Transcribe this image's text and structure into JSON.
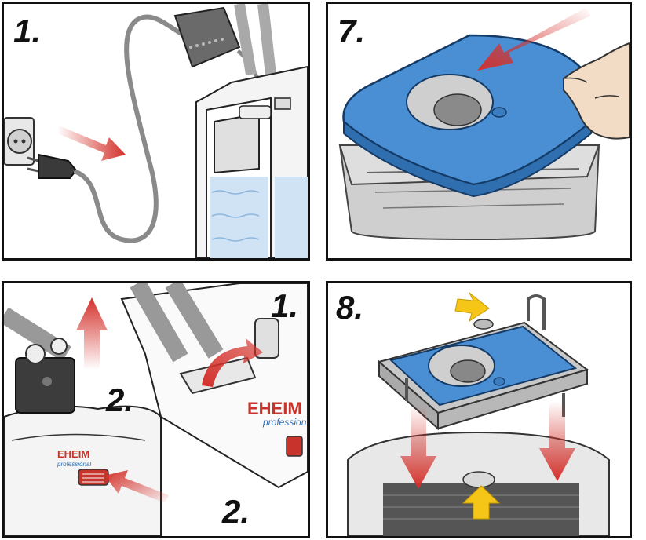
{
  "panels": {
    "p1": {
      "step_label": "1."
    },
    "p7": {
      "step_label": "7."
    },
    "p2": {
      "step_label": "2.",
      "step_label_top": "1.",
      "step_label_bottom": "2."
    },
    "p8": {
      "step_label": "8."
    }
  },
  "brand": {
    "name": "EHEIM",
    "sub": "professional",
    "name_p2_right": "EHEIM",
    "sub_p2_right": "profession"
  },
  "colors": {
    "arrow_red": "#d4302a",
    "lid_blue": "#4a8fd4",
    "tray_gray": "#c8c8c8",
    "arrow_yellow": "#f5c518",
    "water_blue": "#cfe3f5"
  }
}
